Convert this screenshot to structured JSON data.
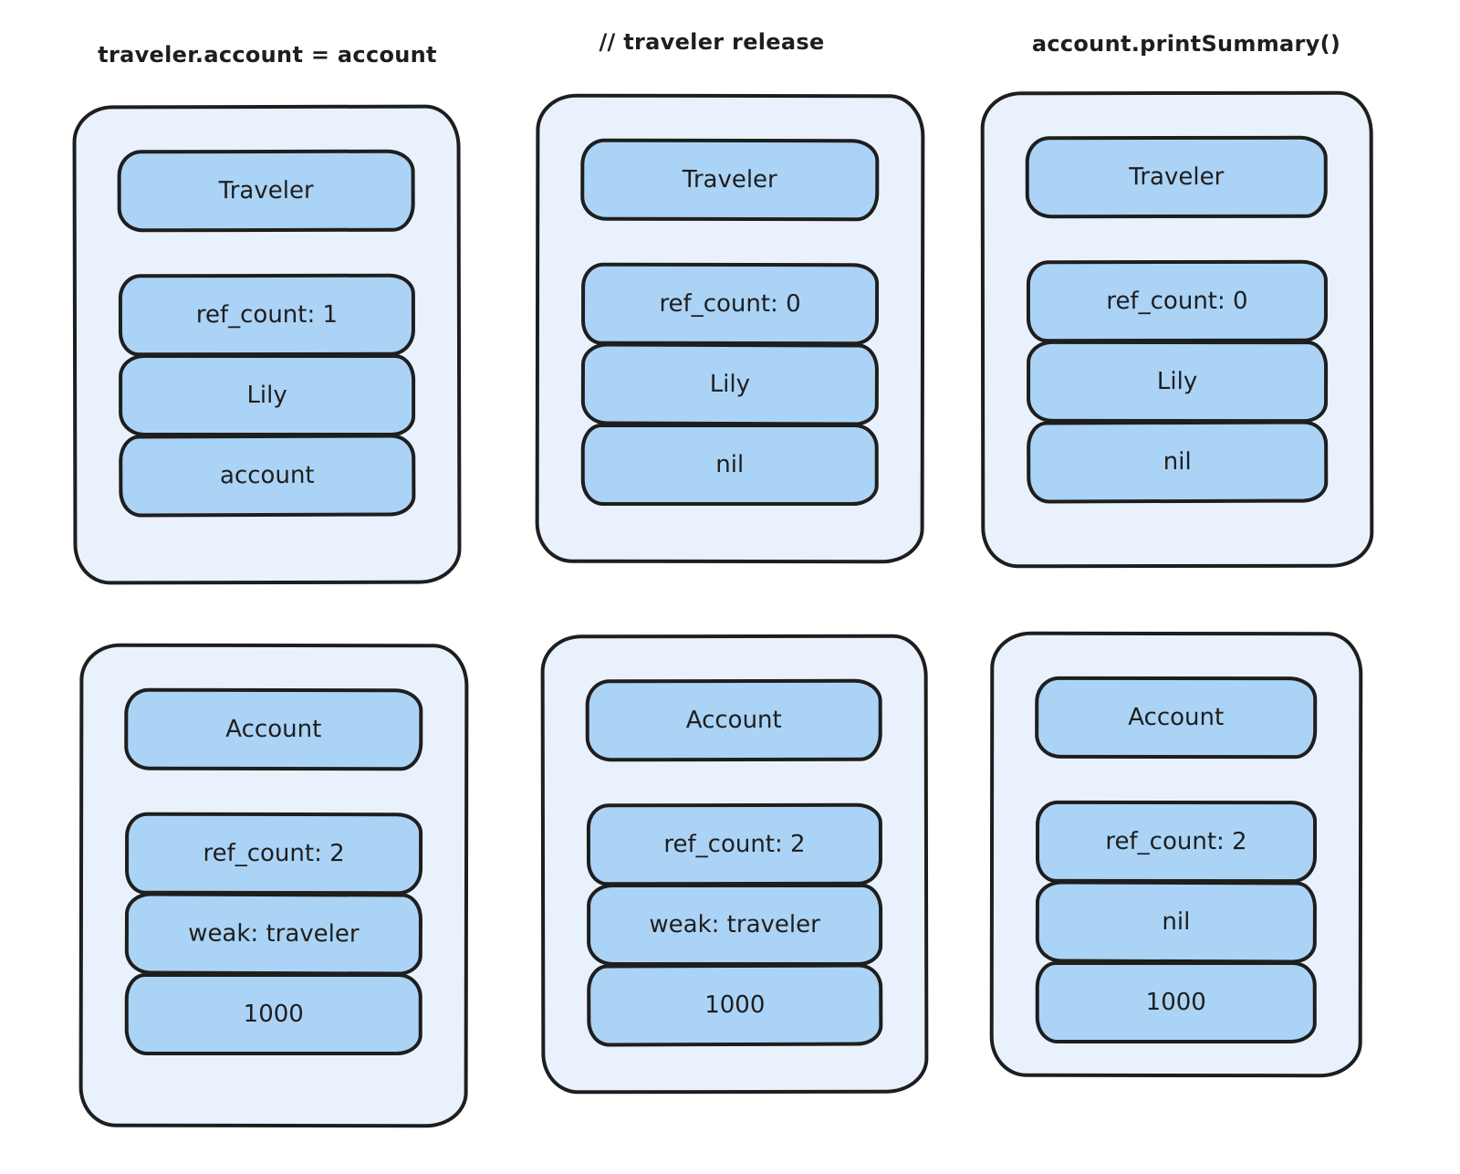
{
  "colors": {
    "background": "#ffffff",
    "card_fill": "#e9f2fc",
    "box_fill": "#abd3f5",
    "stroke": "#1e1e1e",
    "text": "#1e1e1e"
  },
  "columns": [
    {
      "title": "traveler.account = account",
      "traveler_card": {
        "header": "Traveler",
        "fields": [
          "ref_count: 1",
          "Lily",
          "account"
        ]
      },
      "account_card": {
        "header": "Account",
        "fields": [
          "ref_count: 2",
          "weak: traveler",
          "1000"
        ]
      }
    },
    {
      "title": "// traveler release",
      "traveler_card": {
        "header": "Traveler",
        "fields": [
          "ref_count: 0",
          "Lily",
          "nil"
        ]
      },
      "account_card": {
        "header": "Account",
        "fields": [
          "ref_count: 2",
          "weak: traveler",
          "1000"
        ]
      }
    },
    {
      "title": "account.printSummary()",
      "traveler_card": {
        "header": "Traveler",
        "fields": [
          "ref_count: 0",
          "Lily",
          "nil"
        ]
      },
      "account_card": {
        "header": "Account",
        "fields": [
          "ref_count: 2",
          "nil",
          "1000"
        ]
      }
    }
  ]
}
